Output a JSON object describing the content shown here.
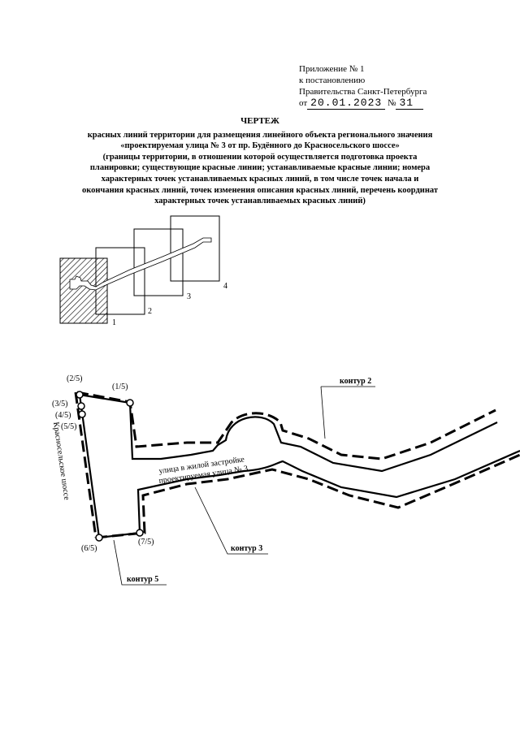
{
  "appendix": {
    "line1": "Приложение № 1",
    "line2": "к постановлению",
    "line3": "Правительства Санкт-Петербурга",
    "date_prefix": "от",
    "date": "20.01.2023",
    "number_prefix": "№",
    "number": "31"
  },
  "title": {
    "heading": "ЧЕРТЕЖ",
    "lines": [
      "красных линий территории для размещения линейного объекта регионального значения",
      "«проектируемая улица № 3 от пр. Будённого до Красносельского шоссе»",
      "(границы территории, в отношении которой осуществляется подготовка проекта",
      "планировки; существующие красные линии; устанавливаемые красные линии; номера",
      "характерных точек устанавливаемых красных линий, в том числе точек начала и",
      "окончания красных линий, точек изменения описания красных линий, перечень координат",
      "характерных точек устанавливаемых красных линий)"
    ]
  },
  "key_map": {
    "sheets": [
      "1",
      "2",
      "3",
      "4"
    ]
  },
  "drawing": {
    "points": [
      "(1/5)",
      "(2/5)",
      "(3/5)",
      "(4/5)",
      "(5/5)",
      "(6/5)",
      "(7/5)"
    ],
    "contours": [
      "контур 2",
      "контур 3",
      "контур 5"
    ],
    "street_name_line1": "улица в жилой застройке",
    "street_name_line2": "проектируемая улица № 3",
    "highway_name": "Красносельское шоссе"
  }
}
